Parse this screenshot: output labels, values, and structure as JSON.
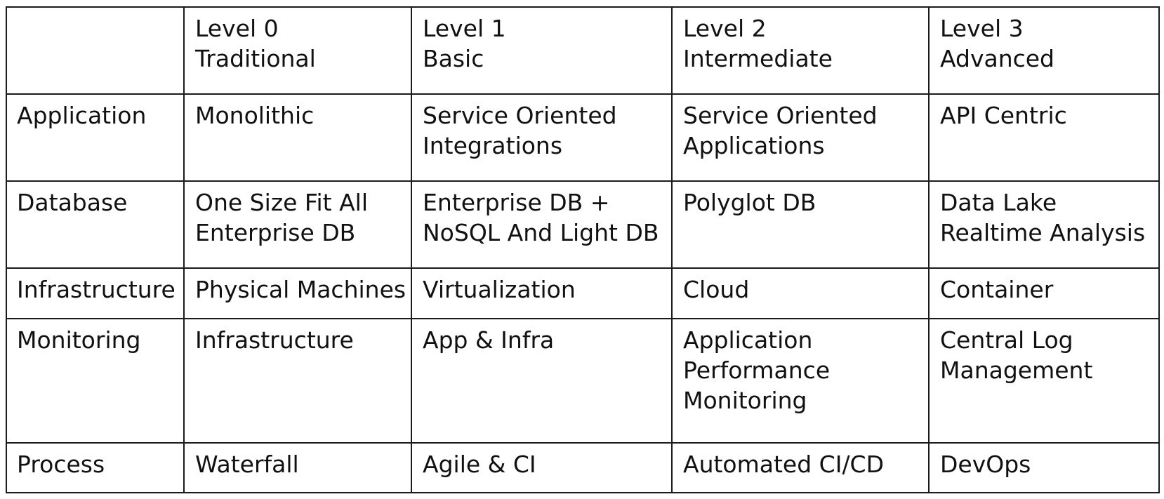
{
  "table": {
    "header": {
      "corner": "",
      "levels": [
        {
          "level": "Level 0",
          "name": "Traditional"
        },
        {
          "level": "Level 1",
          "name": "Basic"
        },
        {
          "level": "Level 2",
          "name": "Intermediate"
        },
        {
          "level": "Level 3",
          "name": "Advanced"
        }
      ]
    },
    "rows": [
      {
        "label": "Application",
        "cells": [
          [
            "Monolithic"
          ],
          [
            "Service Oriented",
            "Integrations"
          ],
          [
            "Service Oriented",
            "Applications"
          ],
          [
            "API Centric"
          ]
        ]
      },
      {
        "label": "Database",
        "cells": [
          [
            "One Size Fit All",
            "Enterprise DB"
          ],
          [
            "Enterprise DB +",
            "NoSQL And Light DB"
          ],
          [
            "Polyglot DB"
          ],
          [
            "Data Lake",
            "Realtime Analysis"
          ]
        ]
      },
      {
        "label": "Infrastructure",
        "cells": [
          [
            "Physical Machines"
          ],
          [
            "Virtualization"
          ],
          [
            "Cloud"
          ],
          [
            "Container"
          ]
        ]
      },
      {
        "label": "Monitoring",
        "cells": [
          [
            "Infrastructure"
          ],
          [
            "App & Infra"
          ],
          [
            "Application",
            "Performance",
            "Monitoring"
          ],
          [
            "Central Log",
            "Management"
          ]
        ]
      },
      {
        "label": "Process",
        "cells": [
          [
            "Waterfall"
          ],
          [
            "Agile & CI"
          ],
          [
            "Automated CI/CD"
          ],
          [
            "DevOps"
          ]
        ]
      }
    ]
  }
}
